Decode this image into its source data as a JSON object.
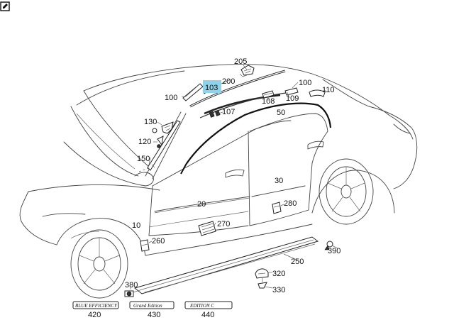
{
  "labels": {
    "l205": "205",
    "l200": "200",
    "l103": "103",
    "l100a": "100",
    "l100b": "100",
    "l110": "110",
    "l108": "108",
    "l109": "109",
    "l107": "107",
    "l50": "50",
    "l130": "130",
    "l120": "120",
    "l150": "150",
    "l20": "20",
    "l30": "30",
    "l280": "280",
    "l270": "270",
    "l10": "10",
    "l260": "260",
    "l390": "390",
    "l250": "250",
    "l320": "320",
    "l330": "330",
    "l380": "380",
    "l420": "420",
    "l430": "430",
    "l440": "440"
  },
  "badges": {
    "b420": "BLUE EFFICIENCY",
    "b430": "Grand Edition",
    "b440": "EDITION C"
  },
  "highlight_color": "#8fd3ea",
  "toolbar": {
    "edit_icon": "edit-icon"
  }
}
